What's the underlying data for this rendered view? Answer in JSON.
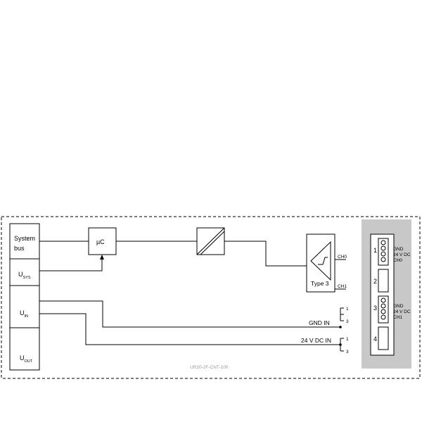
{
  "blocks": {
    "system_bus": {
      "line1": "System",
      "line2": "bus"
    },
    "usys": {
      "main": "U",
      "sub": "SYS"
    },
    "uin": {
      "main": "U",
      "sub": "IN"
    },
    "uout": {
      "main": "U",
      "sub": "OUT"
    },
    "microcontroller": "µC",
    "input_type": "Type 3"
  },
  "signals": {
    "ch0": "CH0",
    "ch1": "CH1",
    "gnd_in": "GND IN",
    "dc_in": "24 V DC IN"
  },
  "pins": {
    "gnd_in_top": "1",
    "gnd_in_bottom": "3",
    "dc_in_top": "1",
    "dc_in_bottom": "3"
  },
  "model_label": "UR20-2F-CNT-100",
  "connector": {
    "slots": [
      {
        "number": "1",
        "lines": [
          "GND",
          "24 V DC",
          "CH0"
        ]
      },
      {
        "number": "2",
        "lines": []
      },
      {
        "number": "3",
        "lines": [
          "GND",
          "24 V DC",
          "CH1"
        ]
      },
      {
        "number": "4",
        "lines": []
      }
    ]
  },
  "colors": {
    "line": "#000000",
    "connector_panel": "#c8c8c8",
    "model_label": "#9a9a9a"
  }
}
